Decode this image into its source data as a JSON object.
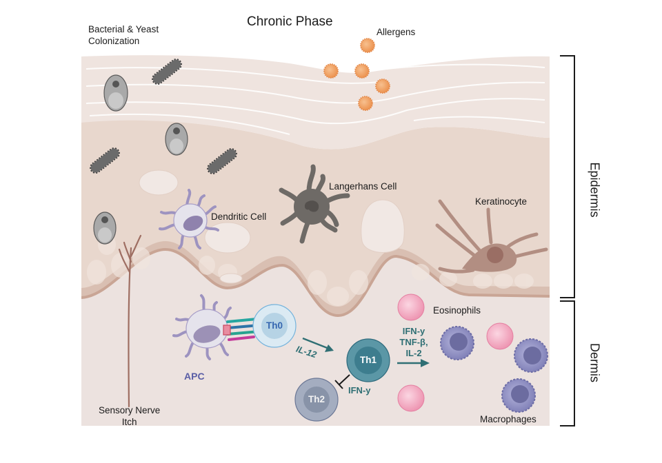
{
  "title": "Chronic Phase",
  "labels": {
    "bacterial_yeast": [
      "Bacterial & Yeast",
      "Colonization"
    ],
    "allergens": "Allergens",
    "dendritic_cell": "Dendritic Cell",
    "langerhans_cell": "Langerhans Cell",
    "keratinocyte": "Keratinocyte",
    "sensory_nerve": [
      "Sensory Nerve",
      "Itch"
    ],
    "apc": "APC",
    "eosinophils": "Eosinophils",
    "macrophages": "Macrophages"
  },
  "layers": {
    "epidermis": "Epidermis",
    "dermis": "Dermis"
  },
  "t_cells": {
    "th0": "Th0",
    "th1": "Th1",
    "th2": "Th2"
  },
  "cytokines": {
    "il12": "IL-12",
    "ifn_inhibit": "IFN-y",
    "th1_output": [
      "IFN-y",
      "TNF-β,",
      "IL-2"
    ]
  },
  "colors": {
    "corneum": "#efe4df",
    "spinous": "#e6d3c9",
    "basal_line": "#c9a595",
    "dermis": "#ece2df",
    "allergen": "#f0a060",
    "microbe": "#6b6b6b",
    "cytokine_text": "#2f6f74",
    "apc_text": "#5a5ea6",
    "th0": "#d6e7f0",
    "th1": "#3f8496",
    "th2": "#8f9bb0",
    "eosinophil": "#f2a8c0",
    "macrophage": "#8c8cc0"
  }
}
